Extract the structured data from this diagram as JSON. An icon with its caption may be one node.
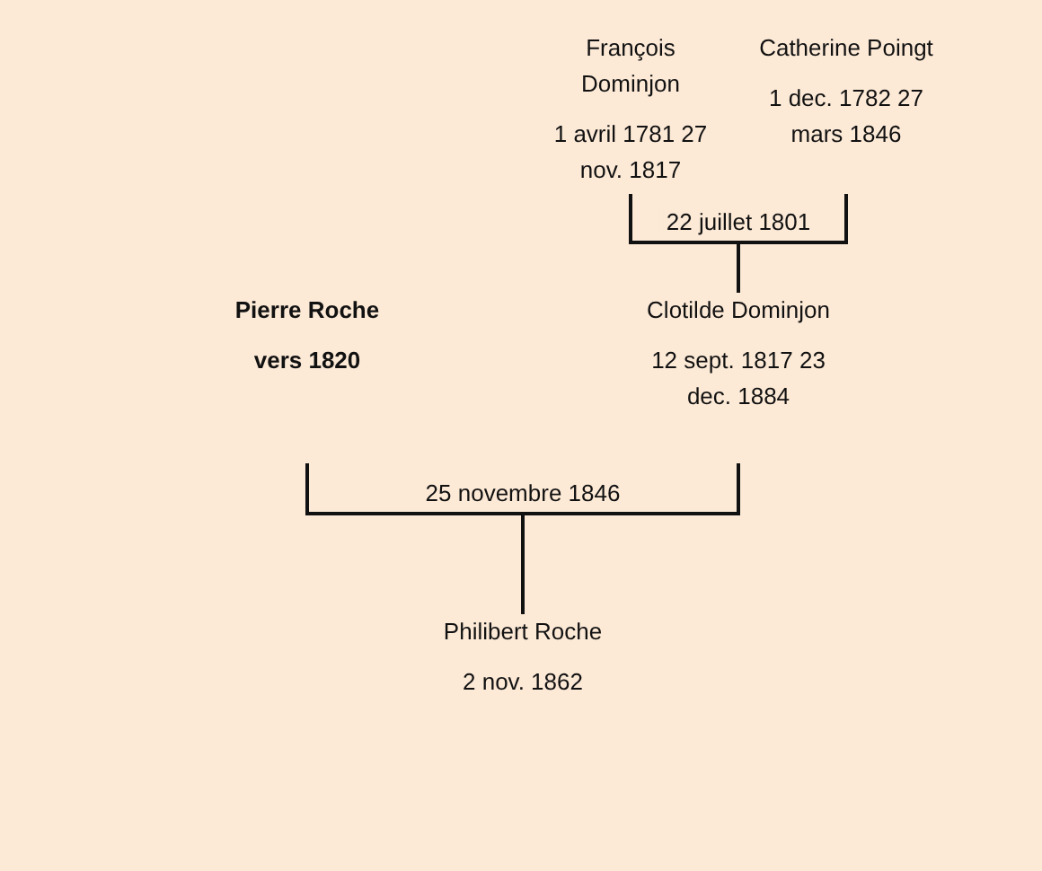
{
  "diagram": {
    "nodes": [
      {
        "text": [
          "François Dominjon",
          "1 avril 1781 27 nov. 1817"
        ]
      },
      {
        "text": [
          "Catherine Poingt",
          "1 dec. 1782 27 mars 1846"
        ]
      },
      {
        "text": [
          "Pierre Roche",
          "vers 1820"
        ]
      },
      {
        "text": [
          "Clotilde Dominjon",
          "12 sept. 1817 23 dec. 1884"
        ]
      },
      {
        "text": [
          "Philibert Roche",
          "2 nov. 1862"
        ]
      }
    ],
    "edges": [
      {
        "from": 0,
        "to": 3,
        "arrow": "none",
        "label": "22 juillet 1801"
      },
      {
        "from": 1,
        "to": 3,
        "arrow": "none"
      },
      {
        "from": 2,
        "to": 4,
        "arrow": "none",
        "label": "25 novembre 1846"
      },
      {
        "from": 3,
        "to": 4,
        "arrow": "none"
      }
    ]
  }
}
